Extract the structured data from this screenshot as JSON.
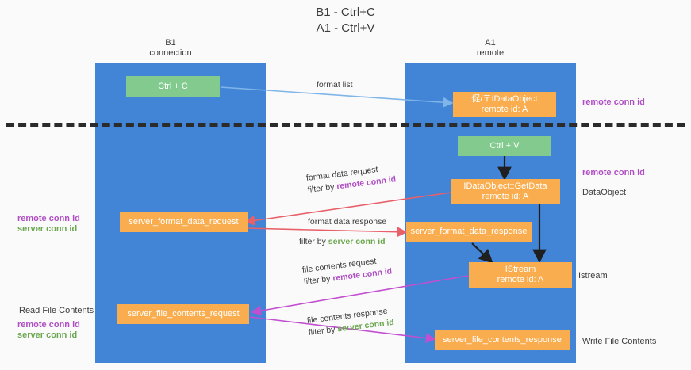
{
  "diagram": {
    "title_line1": "B1 - Ctrl+C",
    "title_line2": "A1 - Ctrl+V",
    "columns": [
      {
        "name": "B1",
        "role": "connection"
      },
      {
        "name": "A1",
        "role": "remote"
      }
    ],
    "colors": {
      "lane": "#4285d6",
      "green_box": "#82ca8e",
      "orange_box": "#f9ad4e",
      "purple_text": "#b04ec4",
      "green_text": "#6aa84f",
      "blue_arrow": "#7fb5e8",
      "red_arrow": "#e8606a",
      "magenta_arrow": "#c24fd0",
      "dark_arrow": "#1f1f1f",
      "background": "#fafafa"
    },
    "boxes": {
      "ctrl_c": {
        "label": "Ctrl + C"
      },
      "ctrl_v": {
        "label": "Ctrl + V"
      },
      "idataobject": {
        "line1": "促/〒IDataObject",
        "line2": "remote id: A"
      },
      "getdata": {
        "line1": "IDataObject::GetData",
        "line2": "remote id: A"
      },
      "istream": {
        "line1": "IStream",
        "line2": "remote id: A"
      },
      "server_format_data_request": {
        "label": "server_format_data_request"
      },
      "server_format_data_response": {
        "label": "server_format_data_response"
      },
      "server_file_contents_request": {
        "label": "server_file_contents_request"
      },
      "server_file_contents_response": {
        "label": "server_file_contents_response"
      }
    },
    "arrow_labels": {
      "format_list": "format list",
      "format_data_request": "format data request",
      "format_data_request_filter_prefix": "filter by ",
      "format_data_request_filter_value": "remote conn id",
      "format_data_response": "format data response",
      "format_data_response_filter_prefix": "filter by ",
      "format_data_response_filter_value": "server conn id",
      "file_contents_request": "file contents request",
      "file_contents_request_filter_prefix": "filter by ",
      "file_contents_request_filter_value": "remote conn id",
      "file_contents_response": "file contents response",
      "file_contents_response_filter_prefix": "filter by ",
      "file_contents_response_filter_value": "server conn id"
    },
    "side_labels": {
      "right_remote_conn_id_top": "remote conn id",
      "right_remote_conn_id_mid": "remote conn id",
      "right_dataobject": "DataObject",
      "right_istream": "Istream",
      "right_write_file_contents": "Write File Contents",
      "left_remote_conn_id_mid": "remote conn id",
      "left_server_conn_id_mid": "server conn id",
      "left_read_file_contents": "Read File Contents",
      "left_remote_conn_id_bottom": "remote conn id",
      "left_server_conn_id_bottom": "server conn id"
    }
  }
}
